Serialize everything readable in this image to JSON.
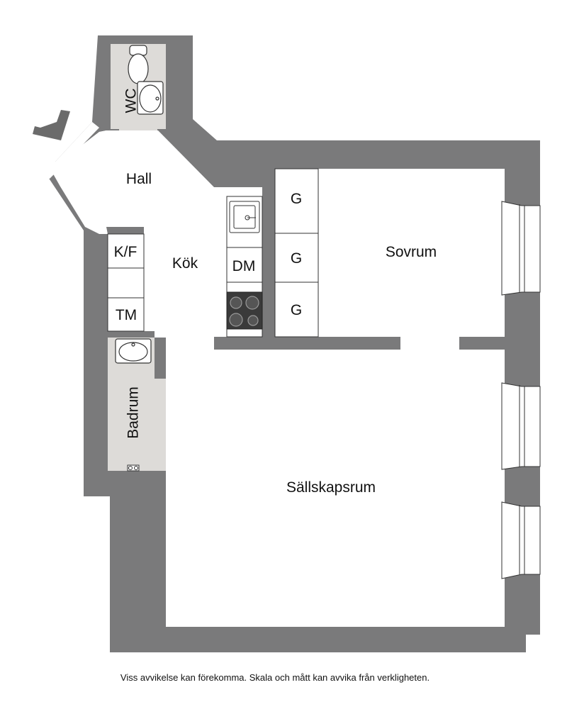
{
  "plan": {
    "rooms": {
      "wc": "WC",
      "hall": "Hall",
      "kok": "Kök",
      "sovrum": "Sovrum",
      "badrum": "Badrum",
      "sallskapsrum": "Sällskapsrum"
    },
    "fixtures": {
      "kf": "K/F",
      "tm": "TM",
      "dm": "DM",
      "wardrobe_1": "G",
      "wardrobe_2": "G",
      "wardrobe_3": "G"
    },
    "disclaimer": "Viss avvikelse kan förekomma. Skala och mått kan avvika från verkligheten."
  },
  "colors": {
    "wall": "#7a7a7b",
    "wet_room_floor": "#dddbd8",
    "floor": "#ffffff",
    "stove": "#3a3a3a"
  }
}
